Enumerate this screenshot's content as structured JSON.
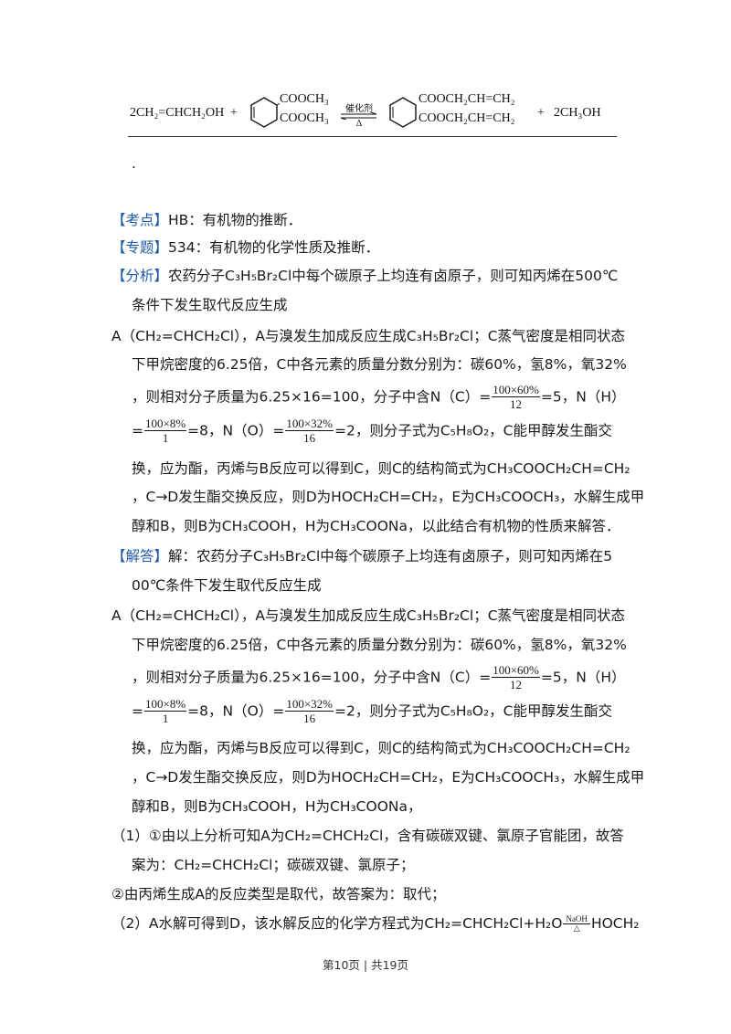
{
  "equation": {
    "left": "2CH₂=CHCH₂OH",
    "plus1": "+",
    "ester1_top": "COOCH₃",
    "ester1_bot": "COOCH₃",
    "catalyst": "催化剂",
    "heat": "Δ",
    "product_top": "COOCH₂CH=CH₂",
    "product_bot": "COOCH₂CH=CH₂",
    "plus2": "+",
    "right": "2CH₃OH"
  },
  "period_line": ".",
  "kaodian": {
    "tag": "【考点】",
    "text": "HB：有机物的推断．"
  },
  "zhuanti": {
    "tag": "【专题】",
    "text": "534：有机物的化学性质及推断．"
  },
  "fenxi": {
    "tag": "【分析】",
    "l1": "农药分子C₃H₅Br₂Cl中每个碳原子上均连有卤原子，则可知丙烯在500℃",
    "l2": "条件下发生取代反应生成",
    "l3": "A（CH₂=CHCH₂Cl），A与溴发生加成反应生成C₃H₅Br₂Cl；C蒸气密度是相同状态",
    "l4": "下甲烷密度的6.25倍，C中各元素的质量分数分别为：碳60%，氢8%，氧32%",
    "l5a": "，则相对分子质量为6.25×16=100，分子中含N（C）=",
    "l5b": "=5，N（H）",
    "l6a": "=",
    "l6b": "=8，N（O）=",
    "l6c": "=2，则分子式为C₅H₈O₂，C能甲醇发生酯交",
    "l7": "换，应为酯，丙烯与B反应可以得到C，则C的结构简式为CH₃COOCH₂CH=CH₂",
    "l8": "，C→D发生酯交换反应，则D为HOCH₂CH=CH₂，E为CH₃COOCH₃，水解生成甲",
    "l9": "醇和B，则B为CH₃COOH，H为CH₃COONa，以此结合有机物的性质来解答．"
  },
  "fracs": {
    "c_num": "100×60%",
    "c_den": "12",
    "h_num": "100×8%",
    "h_den": "1",
    "o_num": "100×32%",
    "o_den": "16"
  },
  "jieda": {
    "tag": "【解答】",
    "l1": "解：农药分子C₃H₅Br₂Cl中每个碳原子上均连有卤原子，则可知丙烯在5",
    "l2": "00℃条件下发生取代反应生成",
    "l3": "A（CH₂=CHCH₂Cl），A与溴发生加成反应生成C₃H₅Br₂Cl；C蒸气密度是相同状态",
    "l4": "下甲烷密度的6.25倍，C中各元素的质量分数分别为：碳60%，氢8%，氧32%",
    "l5a": "，则相对分子质量为6.25×16=100，分子中含N（C）=",
    "l5b": "=5，N（H）",
    "l6a": "=",
    "l6b": "=8，N（O）=",
    "l6c": "=2，则分子式为C₅H₈O₂，C能甲醇发生酯交",
    "l7": "换，应为酯，丙烯与B反应可以得到C，则C的结构简式为CH₃COOCH₂CH=CH₂",
    "l8": "，C→D发生酯交换反应，则D为HOCH₂CH=CH₂，E为CH₃COOCH₃，水解生成甲",
    "l9": "醇和B，则B为CH₃COOH，H为CH₃COONa，",
    "q1a": "（1）①由以上分析可知A为CH₂=CHCH₂Cl，含有碳碳双键、氯原子官能团，故答",
    "q1b": "案为：CH₂=CHCH₂Cl；碳碳双键、氯原子；",
    "q1c": "②由丙烯生成A的反应类型是取代，故答案为：取代；",
    "q2a": "（2）A水解可得到D，该水解反应的化学方程式为CH₂=CHCH₂Cl+H₂O",
    "q2_top": "NaOH",
    "q2_bot": "△",
    "q2b": "HOCH₂"
  },
  "footer": "第10页 | 共19页",
  "colors": {
    "tag": "#1f5ca8",
    "text": "#1a1a1a"
  }
}
